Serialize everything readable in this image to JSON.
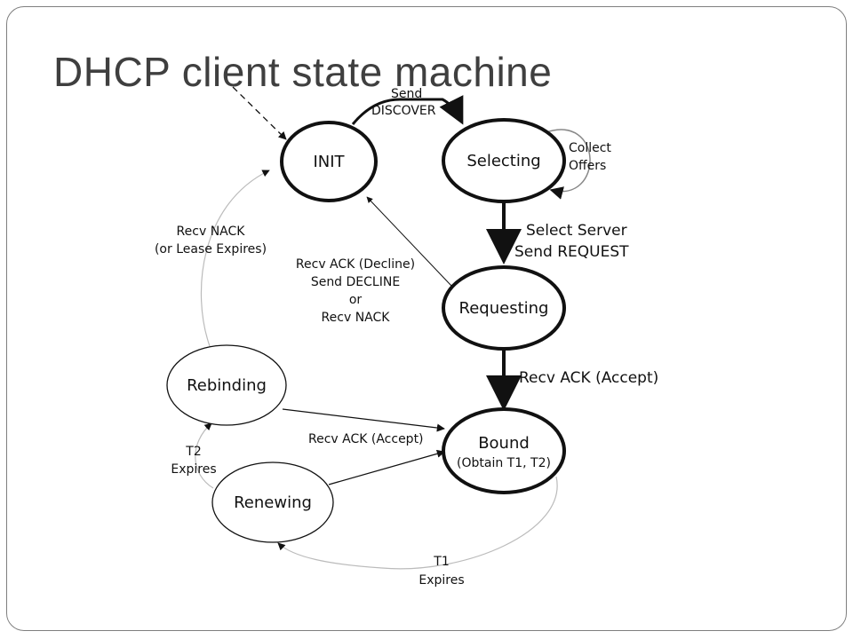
{
  "slide": {
    "title": "DHCP client state machine"
  },
  "states": {
    "init": "INIT",
    "selecting": "Selecting",
    "requesting": "Requesting",
    "bound": "Bound",
    "bound_sub": "(Obtain T1, T2)",
    "rebinding": "Rebinding",
    "renewing": "Renewing"
  },
  "edges": {
    "send_discover_1": "Send",
    "send_discover_2": "DISCOVER",
    "collect_offers_1": "Collect",
    "collect_offers_2": "Offers",
    "select_server_1": "Select Server",
    "select_server_2": "Send REQUEST",
    "decline_1": "Recv ACK (Decline)",
    "decline_2": "Send DECLINE",
    "decline_3": "or",
    "decline_4": "Recv NACK",
    "recv_ack_accept": "Recv ACK (Accept)",
    "recv_nack_1": "Recv NACK",
    "recv_nack_2": "(or Lease Expires)",
    "renew_ack_accept": "Recv ACK (Accept)",
    "t2_1": "T2",
    "t2_2": "Expires",
    "t1_1": "T1",
    "t1_2": "Expires"
  }
}
